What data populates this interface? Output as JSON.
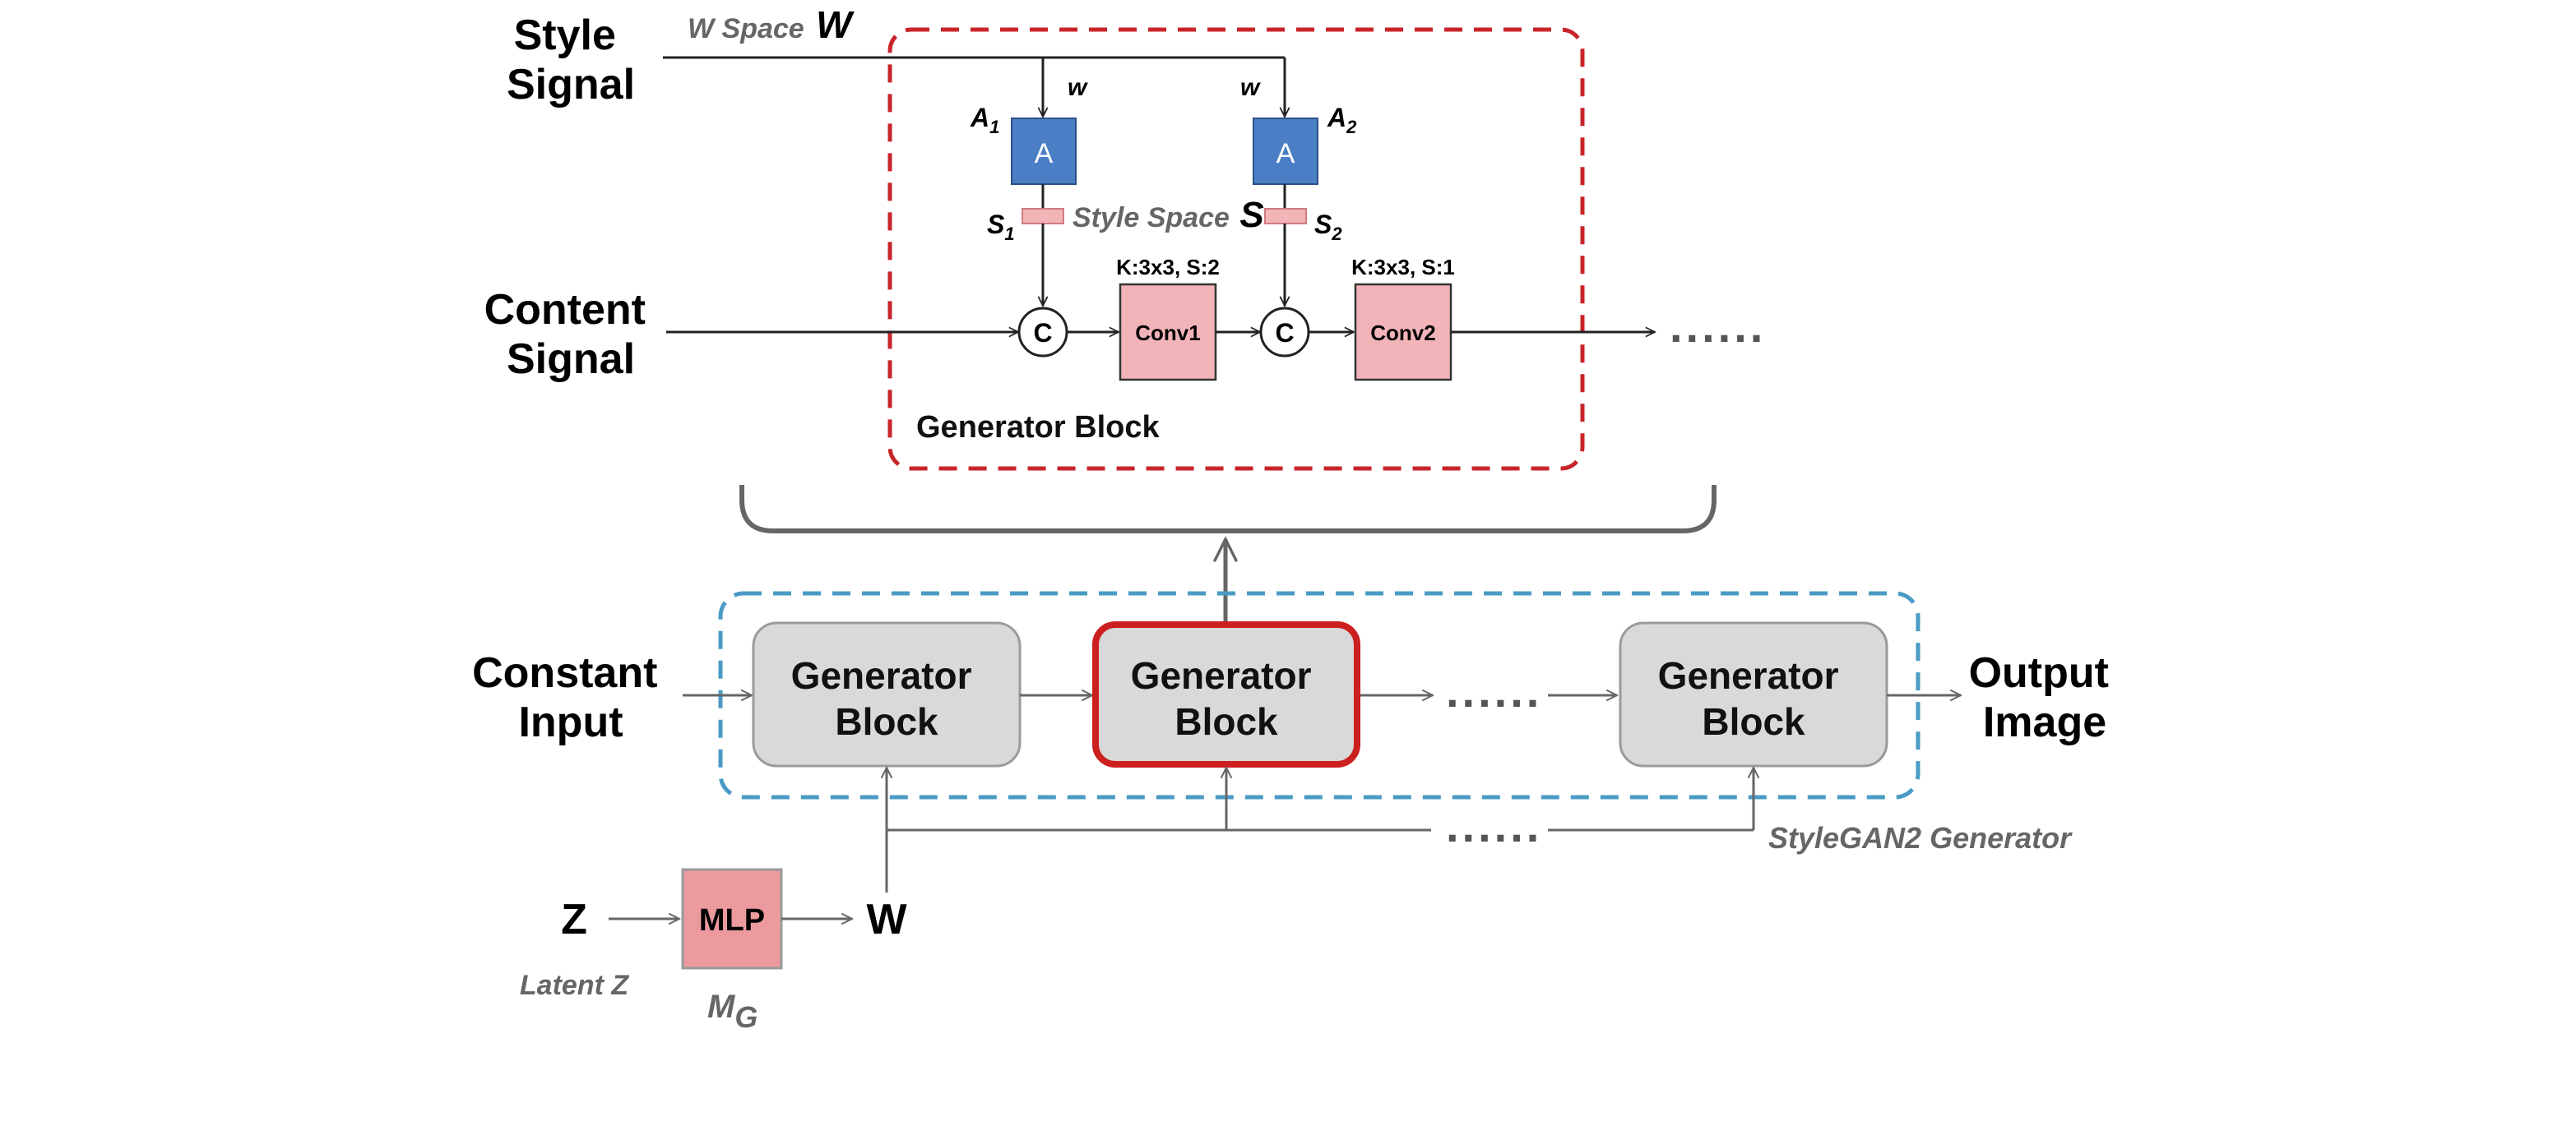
{
  "top": {
    "style_signal": [
      "Style",
      "Signal"
    ],
    "content_signal": [
      "Content",
      "Signal"
    ],
    "w_space_label": "W Space",
    "w_space_symbol": "W",
    "w_label_1": "w",
    "w_label_2": "w",
    "a1_label": "A",
    "a1_sub": "1",
    "a2_label": "A",
    "a2_sub": "2",
    "affine_1": "A",
    "affine_2": "A",
    "s1_label": "S",
    "s1_sub": "1",
    "s2_label": "S",
    "s2_sub": "2",
    "style_space_label": "Style Space",
    "style_space_symbol": "S",
    "conv1_params": "K:3x3, S:2",
    "conv2_params": "K:3x3, S:1",
    "conv1": "Conv1",
    "conv2": "Conv2",
    "concat_1": "C",
    "concat_2": "C",
    "dots_right": "......",
    "generator_block_label": "Generator Block"
  },
  "bottom": {
    "constant_input": [
      "Constant",
      "Input"
    ],
    "output_image": [
      "Output",
      "Image"
    ],
    "block_1": [
      "Generator",
      "Block"
    ],
    "block_2": [
      "Generator",
      "Block"
    ],
    "block_3": [
      "Generator",
      "Block"
    ],
    "dots_middle": "......",
    "dots_bottom": "......",
    "generator_name": "StyleGAN2 Generator",
    "z_label": "Z",
    "mlp_label": "MLP",
    "w_label": "W",
    "latent_z": "Latent Z",
    "mg_label": "M",
    "mg_sub": "G"
  },
  "colors": {
    "affine_fill": "#4a7fc6",
    "conv_fill": "#f2b4b8",
    "mlp_fill": "#ec9a9e",
    "block_fill": "#d9d9d9",
    "highlight_red": "#cc1f1f",
    "dashed_red": "#c8242a",
    "dashed_blue": "#4a9bc4"
  },
  "icons": {
    "arrow": "arrowhead",
    "concat": "circle-c"
  }
}
